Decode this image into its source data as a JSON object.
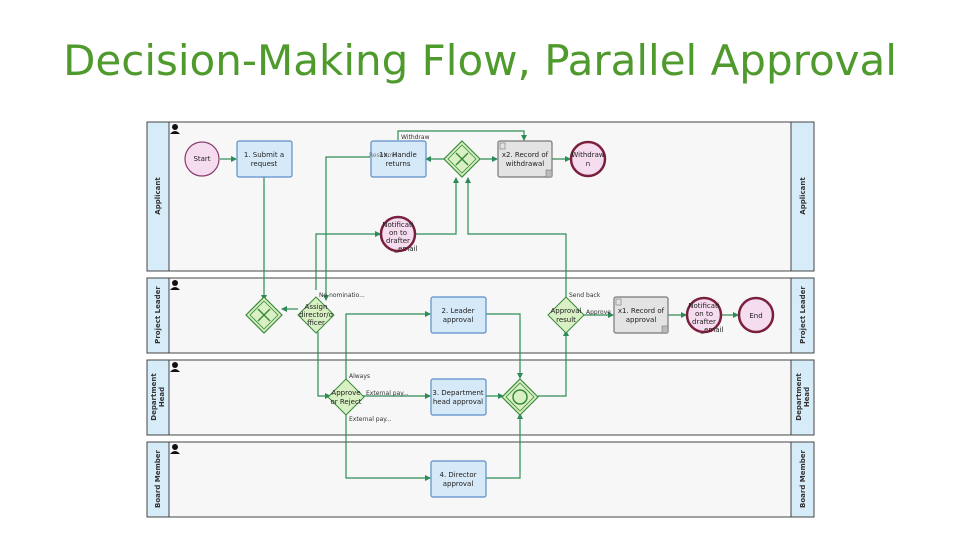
{
  "title": "Decision-Making Flow, Parallel Approval",
  "lanes": {
    "applicant": "Applicant",
    "project_leader": "Project Leader",
    "department_head_1": "Department",
    "department_head_2": "Head",
    "board_member": "Board Member"
  },
  "nodes": {
    "start": "Start",
    "submit_1": "1. Submit a",
    "submit_2": "request",
    "handle_1": "1x. Handle",
    "handle_2": "returns",
    "resubmit": "Resubmit",
    "record_withdrawal_1": "x2. Record of",
    "record_withdrawal_2": "withdrawal",
    "withdrawn_1": "Withdraw",
    "withdrawn_2": "n",
    "notif_applicant_1": "Notificati",
    "notif_applicant_2": "on to",
    "notif_applicant_3": "drafter",
    "notif_applicant_4": "_email",
    "assign_1": "Assign",
    "assign_2": "director/o",
    "assign_3": "fficer",
    "leader_approval_1": "2. Leader",
    "leader_approval_2": "approval",
    "approval_result_1": "Approval",
    "approval_result_2": "result",
    "record_approval_1": "x1. Record of",
    "record_approval_2": "approval",
    "notif_pl_1": "Notificati",
    "notif_pl_2": "on to",
    "notif_pl_3": "drafter",
    "notif_pl_4": "_email",
    "end": "End",
    "approve_reject_1": "Approve",
    "approve_reject_2": "or Reject",
    "dept_approval_1": "3. Department",
    "dept_approval_2": "head approval",
    "director_approval_1": "4. Director",
    "director_approval_2": "approval"
  },
  "edge_labels": {
    "withdraw": "Withdraw",
    "no_nomination": "No nominatio...",
    "send_back": "Send back",
    "approve": "Approve",
    "always": "Always",
    "external_pay_1": "External pay...",
    "external_pay_2": "External pay..."
  },
  "colors": {
    "title": "#4e9a2c",
    "flow": "#2e8b57",
    "lane_header": "#d6ecf8",
    "task_fill": "#d6e9f8",
    "task_stroke": "#5b8fc7",
    "record_fill": "#e3e3e3",
    "gateway_fill": "#d8f0c4",
    "event_fill": "#f6dcef",
    "end_stroke": "#7a1f3d"
  }
}
